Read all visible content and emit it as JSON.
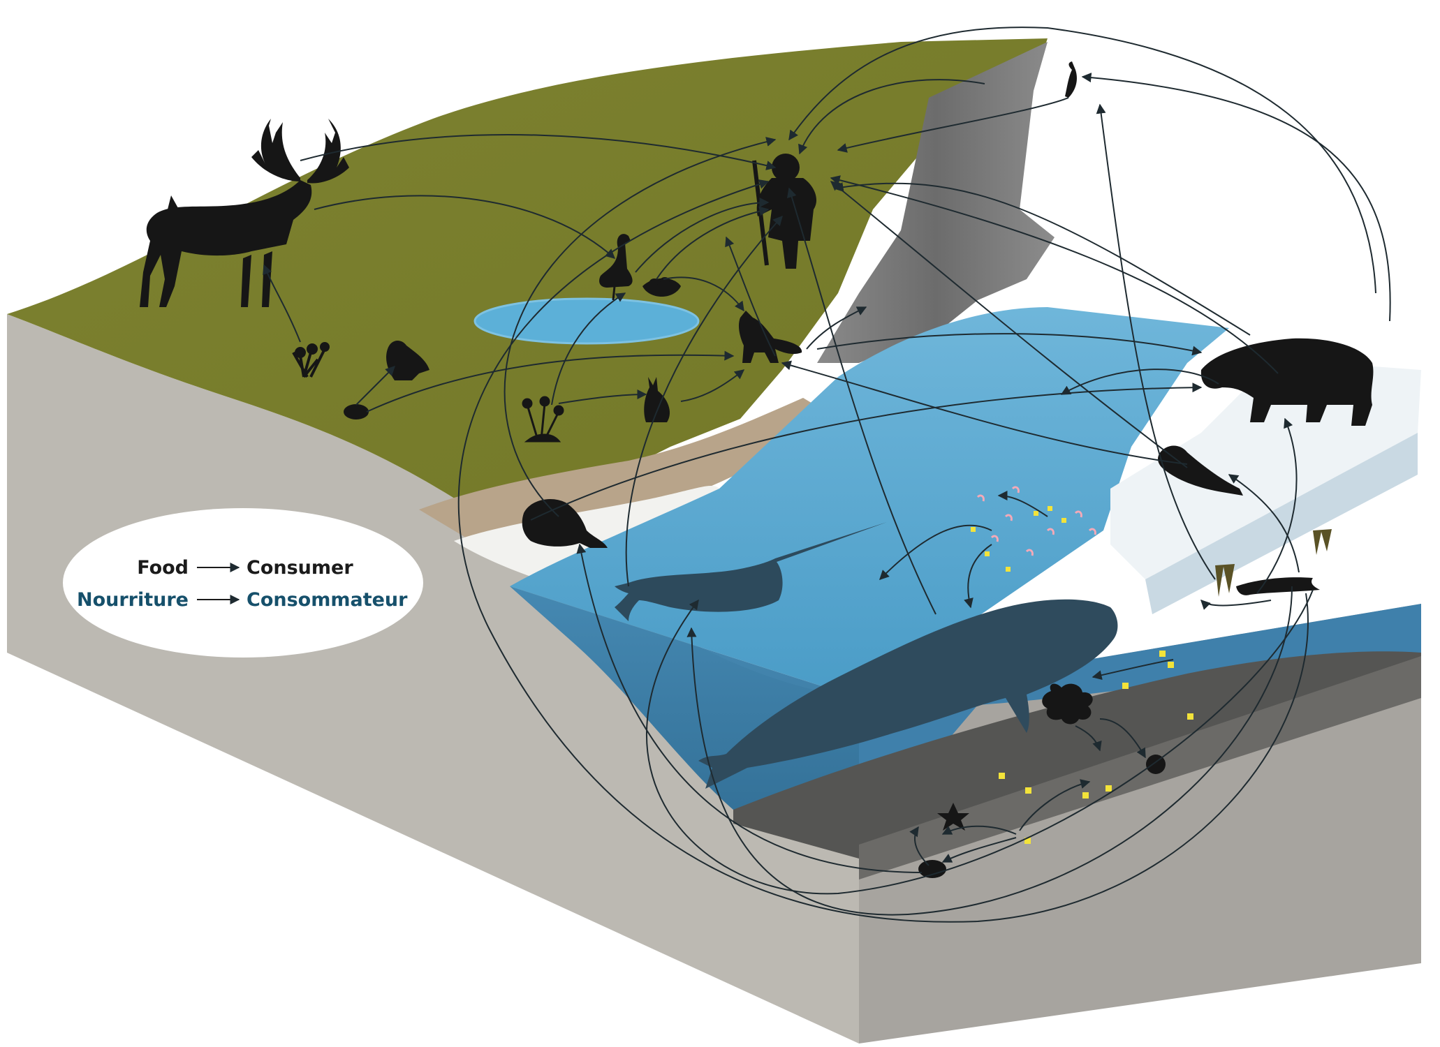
{
  "legend": {
    "line1": {
      "food": "Food",
      "consumer": "Consumer"
    },
    "line2": {
      "food": "Nourriture",
      "consumer": "Consommateur"
    }
  },
  "colors": {
    "tundra": "#7b7f2c",
    "cliff": "#6f6f6f",
    "water_surface": "#4a9cc7",
    "water_deep": "#2f6f97",
    "seabed": "#4b4b4b",
    "ground_side": "#bdbab3",
    "ice": "#e8eef3",
    "silhouette": "#161616",
    "whale": "#2d4a5c",
    "legend_teal": "#16506b",
    "krill_pink": "#f4a9b8",
    "phytoplankton": "#f3e33a"
  },
  "organisms": [
    {
      "name": "caribou",
      "icon": "caribou-icon"
    },
    {
      "name": "human",
      "icon": "human-hunter-icon"
    },
    {
      "name": "goose",
      "icon": "goose-icon"
    },
    {
      "name": "eggs-nest",
      "icon": "nest-icon"
    },
    {
      "name": "arctic-fox",
      "icon": "fox-icon"
    },
    {
      "name": "snowy-owl",
      "icon": "owl-icon"
    },
    {
      "name": "lemming",
      "icon": "lemming-icon"
    },
    {
      "name": "arctic-hare",
      "icon": "hare-icon"
    },
    {
      "name": "lichen-shrub",
      "icon": "shrub-icon"
    },
    {
      "name": "flowers",
      "icon": "flower-icon"
    },
    {
      "name": "seabird",
      "icon": "seabird-icon"
    },
    {
      "name": "polar-bear",
      "icon": "polar-bear-icon"
    },
    {
      "name": "seal",
      "icon": "seal-icon"
    },
    {
      "name": "walrus",
      "icon": "walrus-icon"
    },
    {
      "name": "narwhal",
      "icon": "narwhal-icon"
    },
    {
      "name": "bowhead-whale",
      "icon": "whale-icon"
    },
    {
      "name": "arctic-cod",
      "icon": "fish-icon"
    },
    {
      "name": "zooplankton",
      "icon": "zooplankton-icon"
    },
    {
      "name": "ice-algae",
      "icon": "algae-icon"
    },
    {
      "name": "kelp",
      "icon": "kelp-icon"
    },
    {
      "name": "sea-urchin",
      "icon": "urchin-icon"
    },
    {
      "name": "starfish",
      "icon": "starfish-icon"
    },
    {
      "name": "clam",
      "icon": "clam-icon"
    },
    {
      "name": "phytoplankton",
      "icon": "phytoplankton-icon"
    }
  ]
}
